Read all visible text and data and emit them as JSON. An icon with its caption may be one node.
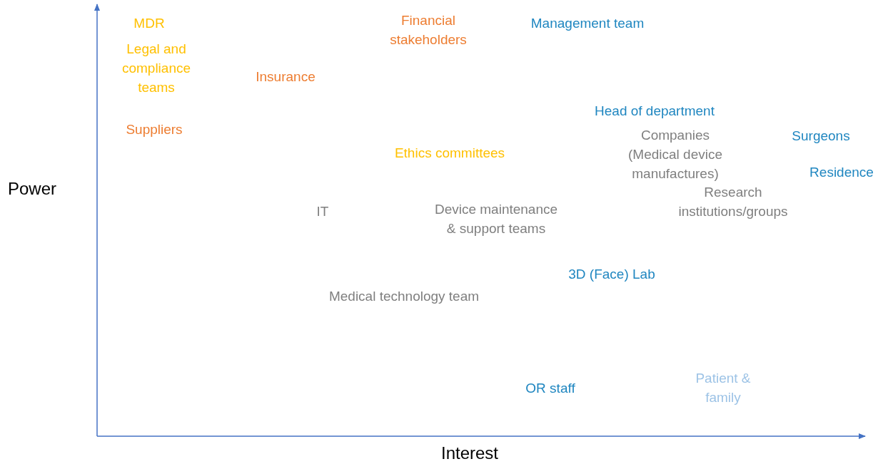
{
  "diagram": {
    "labels": [
      "MDR",
      "Financial stakeholders",
      "Management team",
      "Legal and compliance teams",
      "Insurance",
      "Head of department",
      "Suppliers",
      "Companies (Medical device manufactures)",
      "Surgeons",
      "Ethics committees",
      "Residence",
      "Power",
      "Research institutions/groups",
      "IT",
      "Device maintenance & support teams",
      "3D (Face) Lab",
      "Medical technology team",
      "Patient & family",
      "OR staff",
      "Interest"
    ]
  }
}
